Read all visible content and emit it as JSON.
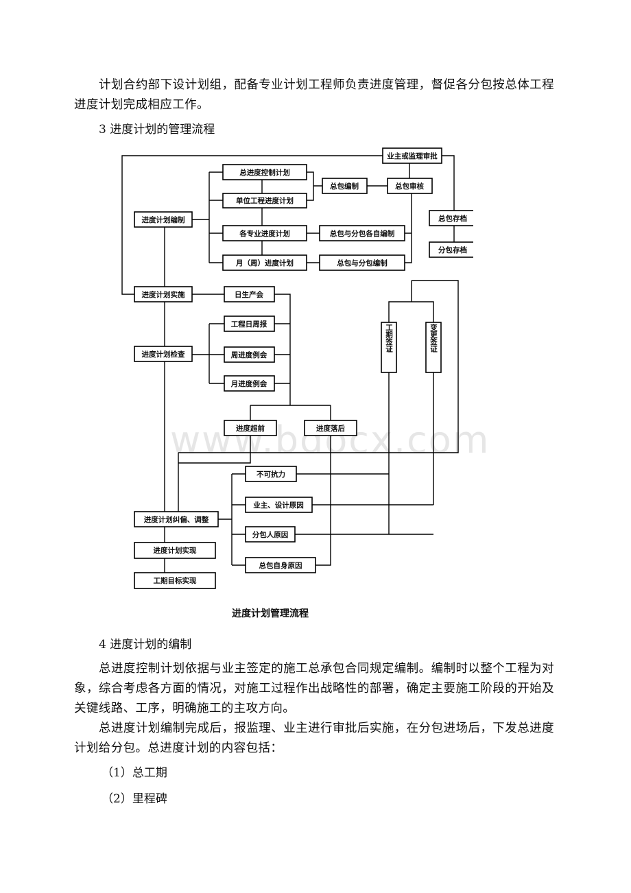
{
  "paragraphs": {
    "p1": "计划合约部下设计划组，配备专业计划工程师负责进度管理，督促各分包按总体工程进度计划完成相应工作。",
    "p2": "总进度控制计划依据与业主签定的施工总承包合同规定编制。编制时以整个工程为对象，综合考虑各方面的情况，对施工过程作出战略性的部署，确定主要施工阶段的开始及关键线路、工序，明确施工的主攻方向。",
    "p3": "总进度计划编制完成后，报监理、业主进行审批后实施，在分包进场后，下发总进度计划给分包。总进度计划的内容包括："
  },
  "headings": {
    "h3": "3 进度计划的管理流程",
    "h4": "4 进度计划的编制"
  },
  "list_items": [
    "（1）总工期",
    "（2）里程碑"
  ],
  "diagram": {
    "caption": "进度计划管理流程",
    "watermark": "www.bdocx.com",
    "nodes": {
      "owner_approval": "业主或监理审批",
      "master_schedule": "总进度控制计划",
      "unit_schedule": "单位工程进度计划",
      "specialty_schedule": "各专业进度计划",
      "monthly_schedule": "月（周）进度计划",
      "gc_prepare": "总包编制",
      "gc_review": "总包审核",
      "gc_archive": "总包存档",
      "sub_archive": "分包存档",
      "plan_prepare": "进度计划编制",
      "gc_sub_prepare": "总包与分包各自编制",
      "gc_sub_compile": "总包与分包编制",
      "plan_implement": "进度计划实施",
      "daily_meeting": "日生产会",
      "project_weekly": "工程日周报",
      "weekly_meeting": "周进度例会",
      "monthly_meeting": "月进度例会",
      "plan_check": "进度计划检查",
      "schedule_ahead": "进度超前",
      "schedule_behind": "进度落后",
      "force_majeure": "不可抗力",
      "owner_design_reason": "业主、设计原因",
      "sub_reason": "分包人原因",
      "gc_own_reason": "总包自身原因",
      "plan_adjust": "进度计划纠偏、调整",
      "plan_achieve": "进度计划实现",
      "project_goal": "工期目标实现",
      "extension_cert": "工期签证",
      "change_cert": "变更签证"
    }
  }
}
